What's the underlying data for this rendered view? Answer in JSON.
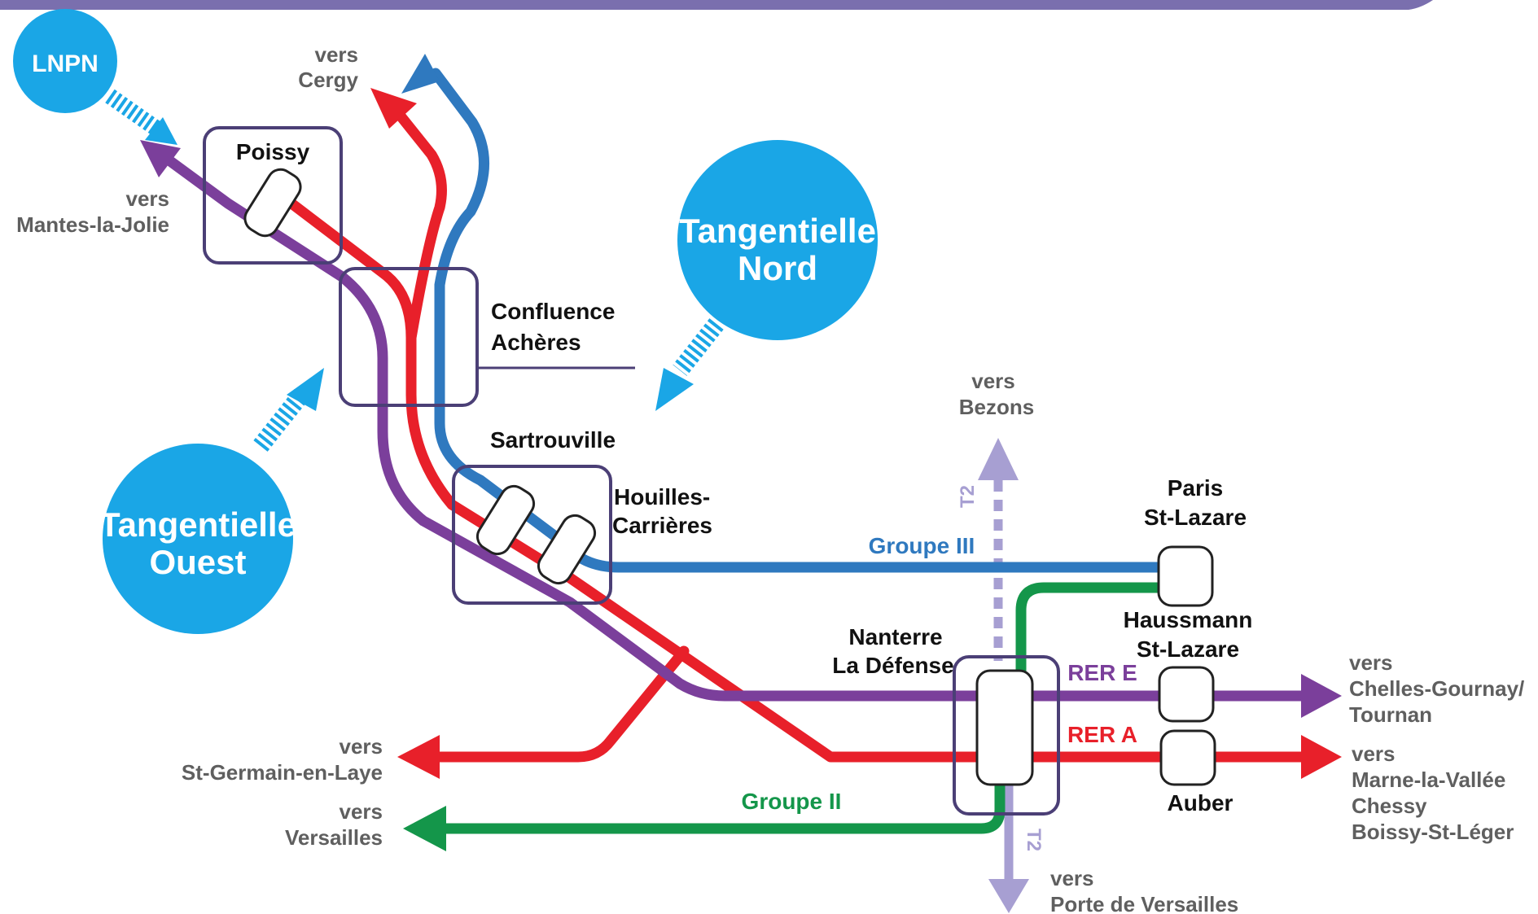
{
  "colors": {
    "rer_e": "#7b3f9b",
    "rer_a": "#e8202a",
    "groupe_iii": "#2f79bf",
    "groupe_ii": "#14964a",
    "t2": "#a79fd2",
    "tangentielle": "#1aa6e6",
    "station_outline": "#4b3f76",
    "gray_text": "#5f5f5f"
  },
  "icons": {
    "arrowhead": "arrow-head-icon",
    "station": "station-box-icon"
  },
  "bubbles": {
    "lnpn": "LNPN",
    "tangentielle_nord": [
      "Tangentielle",
      "Nord"
    ],
    "tangentielle_ouest": [
      "Tangentielle",
      "Ouest"
    ]
  },
  "stations": {
    "poissy": "Poissy",
    "confluence": [
      "Confluence",
      "Achères"
    ],
    "sartrouville": "Sartrouville",
    "houilles": [
      "Houilles-",
      "Carrières"
    ],
    "nanterre": [
      "Nanterre",
      "La Défense"
    ],
    "paris_st_lazare": [
      "Paris",
      "St-Lazare"
    ],
    "haussmann": [
      "Haussmann",
      "St-Lazare"
    ],
    "auber": "Auber"
  },
  "line_labels": {
    "groupe_iii": "Groupe III",
    "groupe_ii": "Groupe II",
    "rer_e": "RER E",
    "rer_a": "RER A",
    "t2_north": "T2",
    "t2_south": "T2"
  },
  "destinations": {
    "cergy": [
      "vers",
      "Cergy"
    ],
    "mantes": [
      "vers",
      "Mantes-la-Jolie"
    ],
    "bezons": [
      "vers",
      "Bezons"
    ],
    "st_germain": [
      "vers",
      "St-Germain-en-Laye"
    ],
    "versailles": [
      "vers",
      "Versailles"
    ],
    "chelles": [
      "vers",
      "Chelles-Gournay/",
      "Tournan"
    ],
    "marne": [
      "vers",
      "Marne-la-Vallée",
      "Chessy",
      "Boissy-St-Léger"
    ],
    "porte_versailles": [
      "vers",
      "Porte de Versailles"
    ]
  }
}
